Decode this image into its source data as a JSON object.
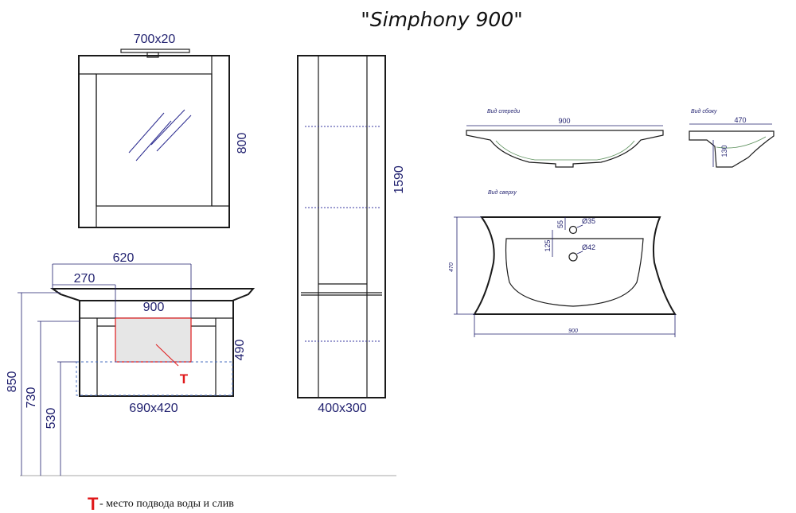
{
  "title": "\"Simphony 900\"",
  "mirror": {
    "size_label": "700x20",
    "height_label": "800"
  },
  "column": {
    "height_label": "1590",
    "size_label": "400x300"
  },
  "vanity": {
    "width_620": "620",
    "width_270": "270",
    "width_900": "900",
    "height_490": "490",
    "size_label": "690x420",
    "height_850": "850",
    "height_730": "730",
    "height_530": "530",
    "marker": "T"
  },
  "basin": {
    "front_caption": "Вид спереди",
    "front_width": "900",
    "side_caption": "Вид сбоку",
    "side_width": "470",
    "side_height": "130",
    "top_caption": "Вид сверху",
    "hole1_label": "Ø35",
    "hole2_label": "Ø42",
    "dim_55": "55",
    "dim_125": "125",
    "depth_470": "470",
    "bottom_width": "900"
  },
  "legend": {
    "symbol": "T",
    "text": "- место подвода воды и слив",
    "symbol_color": "#e0191b"
  },
  "colors": {
    "dimension": "#1f1f6e",
    "outline": "#1a1a1a",
    "marker": "#e0191b",
    "glass_line": "#2b2b8f"
  }
}
